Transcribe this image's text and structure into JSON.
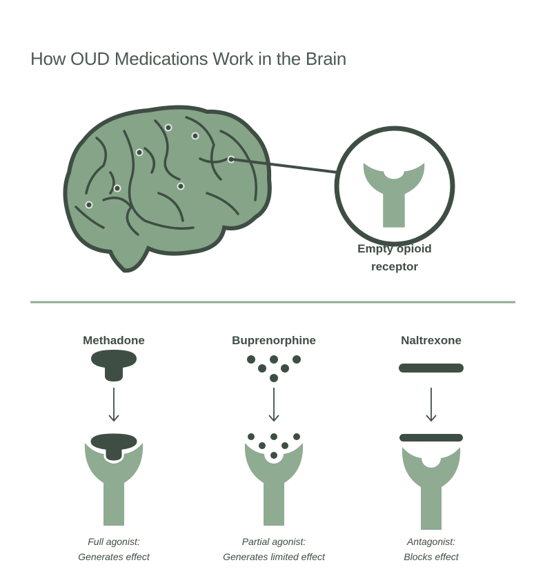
{
  "title": "How OUD Medications Work in the Brain",
  "brain": {
    "receptor_label_line1": "Empty opioid",
    "receptor_label_line2": "receptor"
  },
  "medications": [
    {
      "name": "Methadone",
      "caption_line1": "Full agonist:",
      "caption_line2": "Generates effect"
    },
    {
      "name": "Buprenorphine",
      "caption_line1": "Partial agonist:",
      "caption_line2": "Generates limited effect"
    },
    {
      "name": "Naltrexone",
      "caption_line1": "Antagonist:",
      "caption_line2": "Blocks effect"
    }
  ],
  "colors": {
    "dark": "#3e4e44",
    "receptor": "#8fab92",
    "brain": "#86a487"
  }
}
